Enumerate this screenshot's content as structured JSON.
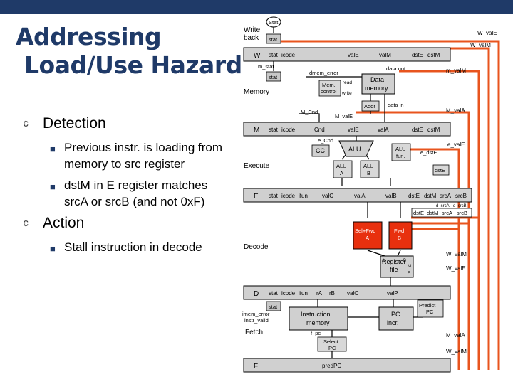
{
  "slide": {
    "title_line1": "Addressing",
    "title_line2": "Load/Use Hazard",
    "bullets": [
      {
        "label": "Detection",
        "subs": [
          {
            "lines": [
              "Previous instr. is loading from",
              "memory to src register"
            ]
          },
          {
            "lines": [
              "dstM in E register matches",
              "srcA or srcB (and not 0xF)"
            ]
          }
        ]
      },
      {
        "label": "Action",
        "subs": [
          {
            "lines": [
              "Stall instruction in decode"
            ]
          }
        ]
      }
    ]
  },
  "diagram": {
    "stage_labels": {
      "write_back": [
        "Write",
        "back"
      ],
      "memory": "Memory",
      "execute": "Execute",
      "decode": "Decode",
      "fetch": "Fetch"
    },
    "registers": {
      "W": {
        "name": "W",
        "fields": [
          "stat",
          "icode",
          "valE",
          "valM",
          "dstE",
          "dstM"
        ]
      },
      "M": {
        "name": "M",
        "fields": [
          "stat",
          "icode",
          "Cnd",
          "valE",
          "valA",
          "dstE",
          "dstM"
        ]
      },
      "E": {
        "name": "E",
        "fields": [
          "stat",
          "icode",
          "ifun",
          "valC",
          "valA",
          "valB",
          "dstE",
          "dstM",
          "srcA",
          "srcB"
        ]
      },
      "D": {
        "name": "D",
        "fields": [
          "stat",
          "icode",
          "ifun",
          "rA",
          "rB",
          "valC",
          "valP"
        ]
      },
      "F": {
        "name": "F",
        "fields": [
          "predPC"
        ]
      }
    },
    "units": {
      "stat_top": "Stat",
      "stat_wb": "stat",
      "stat_mem": "stat",
      "stat_fetch": "stat",
      "data_memory": [
        "Data",
        "memory"
      ],
      "mem_control": [
        "Mem.",
        "control"
      ],
      "addr": "Addr",
      "cc": "CC",
      "alu": "ALU",
      "alu_fun": [
        "ALU",
        "fun."
      ],
      "alu_a": [
        "ALU",
        "A"
      ],
      "alu_b": [
        "ALU",
        "B"
      ],
      "dst_e": "dstE",
      "sel_fwd_a": [
        "Sel+Fwd",
        "A"
      ],
      "fwd_b": [
        "Fwd",
        "B"
      ],
      "register_file": [
        "Register",
        "file"
      ],
      "instruction_memory": [
        "Instruction",
        "memory"
      ],
      "pc_incr": [
        "PC",
        "incr."
      ],
      "predict_pc": [
        "Predict",
        "PC"
      ],
      "select_pc": [
        "Select",
        "PC"
      ]
    },
    "signals": {
      "W_valE": "W_valE",
      "W_valM": "W_valM",
      "m_stat": "m_stat",
      "dmem_error": "dmem_error",
      "read": "read",
      "write": "write",
      "data_out": "data out",
      "data_in": "data in",
      "m_valM": "m_valM",
      "M_valA": "M_valA",
      "M_Cnd": "M_Cnd",
      "M_valE": "M_valE",
      "e_Cnd": "e_Cnd",
      "e_valE": "e_valE",
      "e_dstE": "e_dstE",
      "d_srcA": "d_srcA",
      "d_srcB": "d_srcB",
      "sub_dstE": "dstE",
      "sub_dstM": "dstM",
      "sub_srcA": "srcA",
      "sub_srcB": "srcB",
      "A": "A",
      "B": "B",
      "M_port": "M",
      "E_port": "E",
      "W_valM_2": "W_valM",
      "W_valE_2": "W_valE",
      "imem_error": "imem_error",
      "instr_valid": "instr_valid",
      "f_pc": "f_pc",
      "M_valA_2": "M_valA",
      "W_valM_3": "W_valM"
    }
  }
}
